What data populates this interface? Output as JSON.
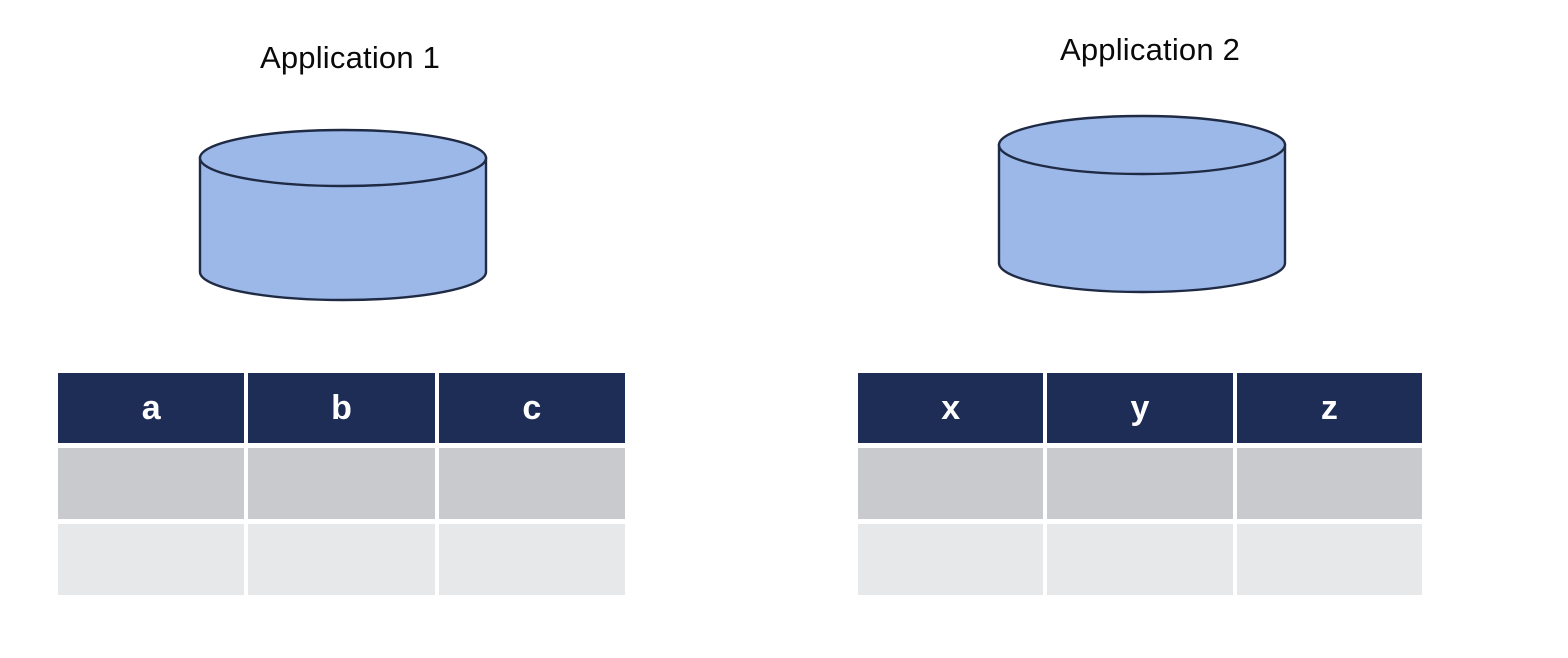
{
  "diagram": {
    "background_color": "#ffffff",
    "groups": [
      {
        "id": "application-1",
        "title": "Application 1",
        "database": {
          "icon": "database-cylinder-icon",
          "fill_color": "#9cb8e8",
          "stroke_color": "#1f2a44"
        },
        "table": {
          "headers": [
            "a",
            "b",
            "c"
          ],
          "header_background": "#1e2d56",
          "header_text_color": "#ffffff",
          "rows": [
            {
              "shade": "#c9cacd",
              "cells": [
                "",
                "",
                ""
              ]
            },
            {
              "shade": "#e7e8ea",
              "cells": [
                "",
                "",
                ""
              ]
            }
          ]
        }
      },
      {
        "id": "application-2",
        "title": "Application 2",
        "database": {
          "icon": "database-cylinder-icon",
          "fill_color": "#9cb8e8",
          "stroke_color": "#1f2a44"
        },
        "table": {
          "headers": [
            "x",
            "y",
            "z"
          ],
          "header_background": "#1e2d56",
          "header_text_color": "#ffffff",
          "rows": [
            {
              "shade": "#c9cacd",
              "cells": [
                "",
                "",
                ""
              ]
            },
            {
              "shade": "#e7e8ea",
              "cells": [
                "",
                "",
                ""
              ]
            }
          ]
        }
      }
    ]
  }
}
